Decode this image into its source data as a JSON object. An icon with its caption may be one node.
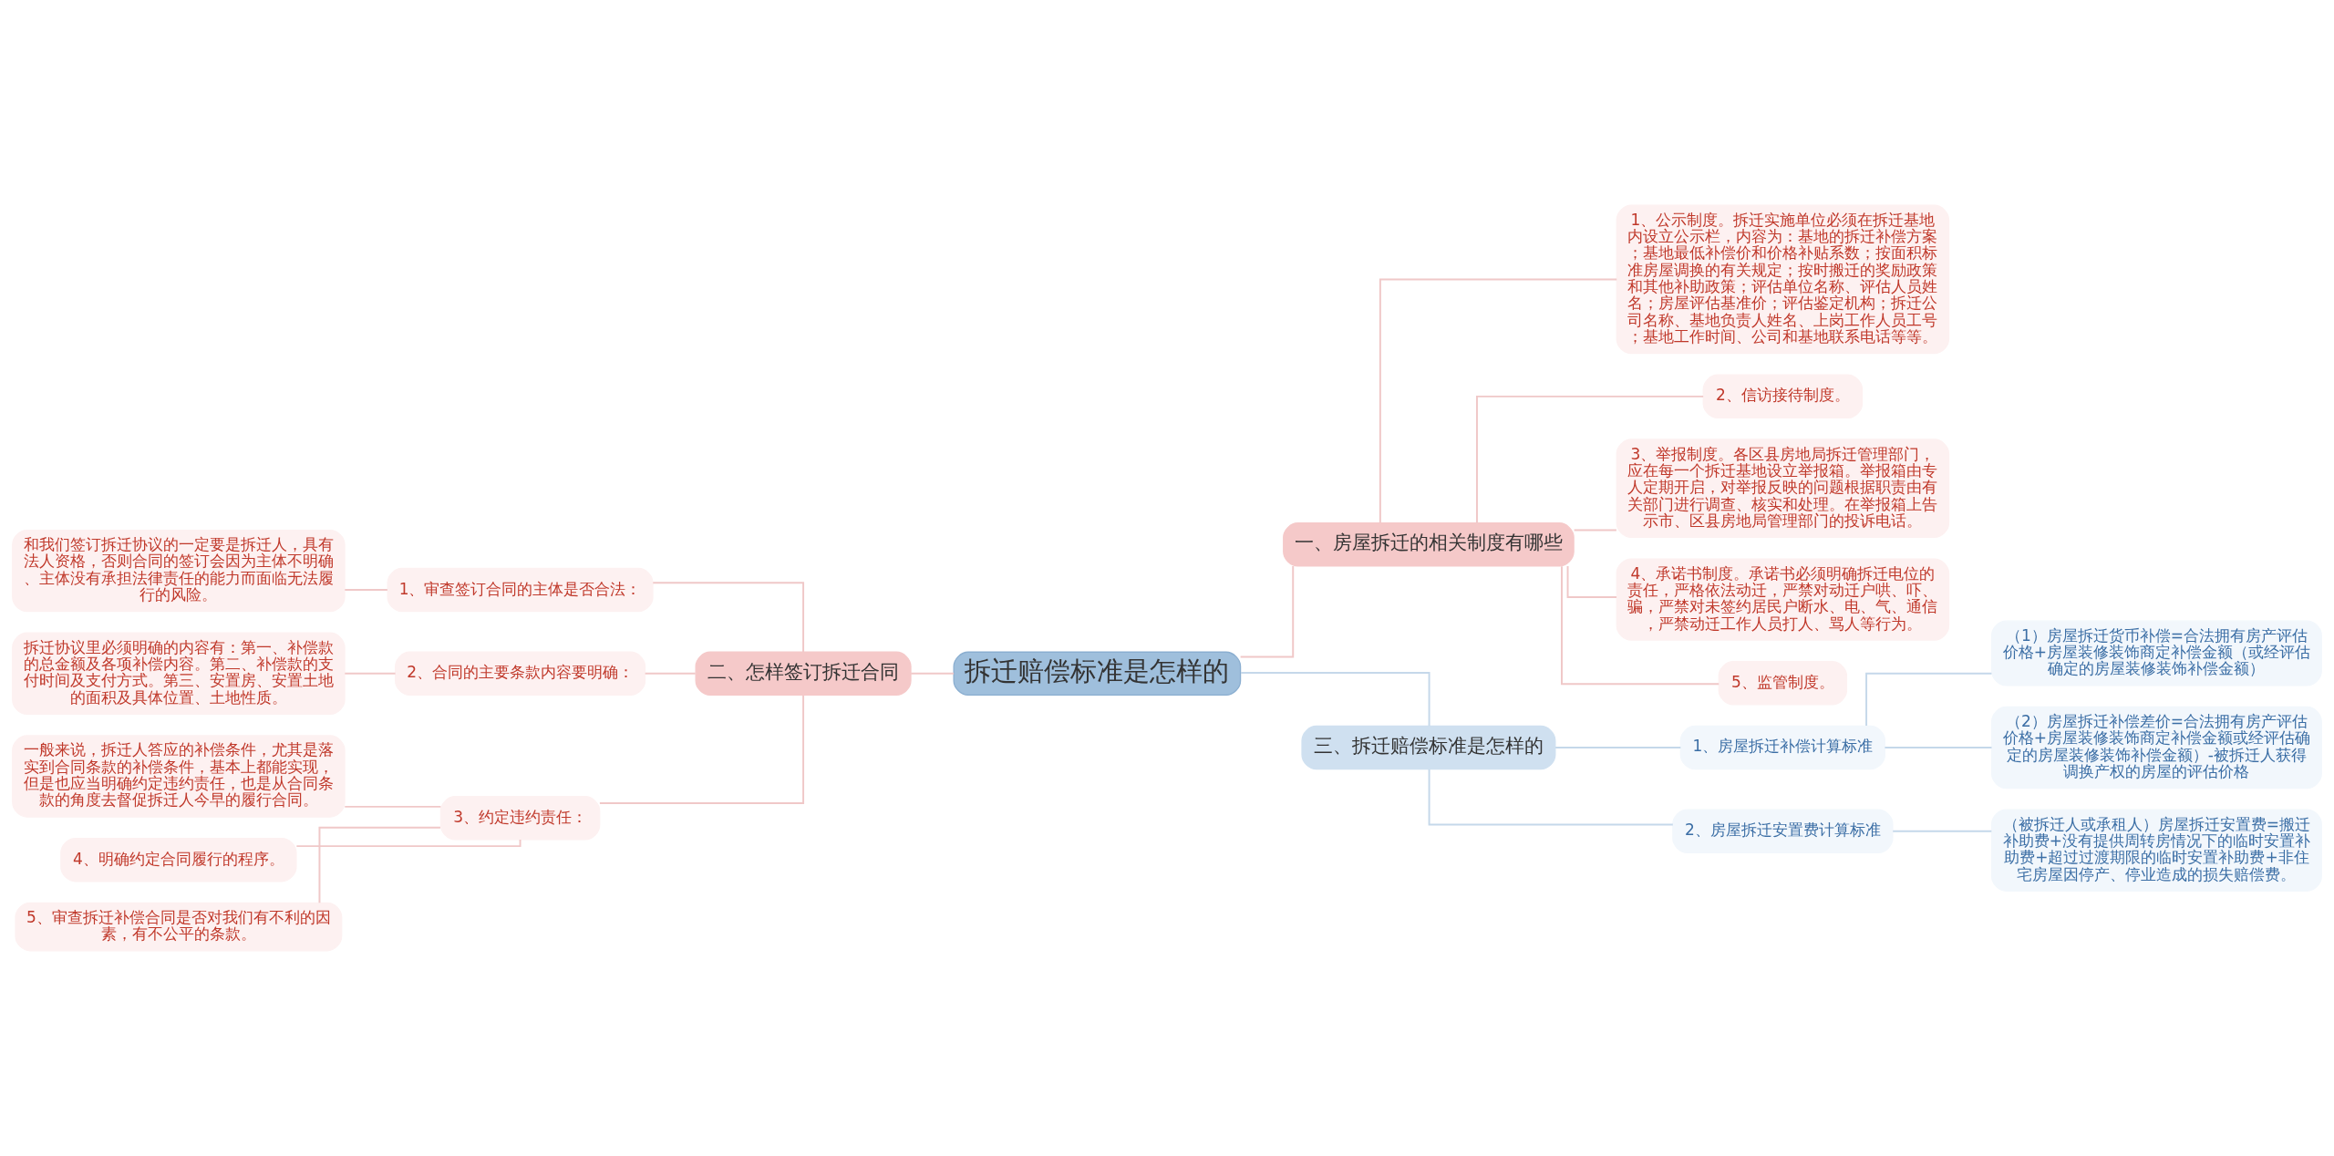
{
  "diagram": {
    "nodes": [
      {
        "text": [
          "拆迁赔偿标准是怎样的"
        ]
      },
      {
        "text": [
          "一、房屋拆迁的相关制度有哪些"
        ]
      },
      {
        "text": [
          "1、公示制度。拆迁实施单位必须在拆迁基地内设立公示栏，内容为：基地的拆迁补偿方案；基地最低补偿价和价格补贴系数；按面积标准房屋调换的有关规定；按时搬迁的奖励政策和其他补助政策；评估单位名称、评估人员姓名；房屋评估基准价；评估鉴定机构；拆迁公司名称、基地负责人姓名、上岗工作人员工号；基地工作时间、公司和基地联系电话等等。"
        ]
      },
      {
        "text": [
          "2、信访接待制度。"
        ]
      },
      {
        "text": [
          "3、举报制度。各区县房地局拆迁管理部门，应在每一个拆迁基地设立举报箱。举报箱由专人定期开启，对举报反映的问题根据职责由有关部门进行调查、核实和处理。在举报箱上告示市、区县房地局管理部门的投诉电话。"
        ]
      },
      {
        "text": [
          "4、承诺书制度。承诺书必须明确拆迁电位的责任，严格依法动迁，严禁对动迁户哄、吓、骗，严禁对未签约居民户断水、电、气、通信，严禁动迁工作人员打人、骂人等行为。"
        ]
      },
      {
        "text": [
          "5、监管制度。"
        ]
      },
      {
        "text": [
          "二、怎样签订拆迁合同"
        ]
      },
      {
        "text": [
          "1、审查签订合同的主体是否合法："
        ]
      },
      {
        "text": [
          "和我们签订拆迁协议的一定要是拆迁人，具有法人资格，否则合同的签订会因为主体不明确、主体没有承担法律责任的能力而面临无法履行的风险。"
        ]
      },
      {
        "text": [
          "2、合同的主要条款内容要明确："
        ]
      },
      {
        "text": [
          "拆迁协议里必须明确的内容有：第一、补偿款的总金额及各项补偿内容。第二、补偿款的支付时间及支付方式。第三、安置房、安置土地的面积及具体位置、土地性质。"
        ]
      },
      {
        "text": [
          "3、约定违约责任："
        ]
      },
      {
        "text": [
          "一般来说，拆迁人答应的补偿条件，尤其是落实到合同条款的补偿条件，基本上都能实现，但是也应当明确约定违约责任，也是从合同条款的角度去督促拆迁人今早的履行合同。"
        ]
      },
      {
        "text": [
          "4、明确约定合同履行的程序。"
        ]
      },
      {
        "text": [
          "5、审查拆迁补偿合同是否对我们有不利的因素，有不公平的条款。"
        ]
      },
      {
        "text": [
          "三、拆迁赔偿标准是怎样的"
        ]
      },
      {
        "text": [
          "1、房屋拆迁补偿计算标准"
        ]
      },
      {
        "text": [
          "（1）房屋拆迁货币补偿=合法拥有房产评估价格+房屋装修装饰商定补偿金额（或经评估确定的房屋装修装饰补偿金额）"
        ]
      },
      {
        "text": [
          "（2）房屋拆迁补偿差价=合法拥有房产评估价格+房屋装修装饰商定补偿金额或经评估确定的房屋装修装饰补偿金额）-被拆迁人获得调换产权的房屋的评估价格"
        ]
      },
      {
        "text": [
          "2、房屋拆迁安置费计算标准"
        ]
      },
      {
        "text": [
          "（被拆迁人或承租人）房屋拆迁安置费=搬迁补助费+没有提供周转房情况下的临时安置补助费+超过过渡期限的临时安置补助费+非住宅房屋因停产、停业造成的损失赔偿费。"
        ]
      }
    ],
    "edges": [
      {
        "from": 0,
        "to": 1,
        "arrow": "none"
      },
      {
        "from": 1,
        "to": 2,
        "arrow": "none"
      },
      {
        "from": 1,
        "to": 3,
        "arrow": "none"
      },
      {
        "from": 1,
        "to": 4,
        "arrow": "none"
      },
      {
        "from": 1,
        "to": 5,
        "arrow": "none"
      },
      {
        "from": 1,
        "to": 6,
        "arrow": "none"
      },
      {
        "from": 0,
        "to": 7,
        "arrow": "none"
      },
      {
        "from": 7,
        "to": 8,
        "arrow": "none"
      },
      {
        "from": 8,
        "to": 9,
        "arrow": "none"
      },
      {
        "from": 7,
        "to": 10,
        "arrow": "none"
      },
      {
        "from": 10,
        "to": 11,
        "arrow": "none"
      },
      {
        "from": 7,
        "to": 12,
        "arrow": "none"
      },
      {
        "from": 12,
        "to": 13,
        "arrow": "none"
      },
      {
        "from": 12,
        "to": 14,
        "arrow": "none"
      },
      {
        "from": 12,
        "to": 15,
        "arrow": "none"
      },
      {
        "from": 0,
        "to": 16,
        "arrow": "none",
        "color": "#c5d8ea"
      },
      {
        "from": 16,
        "to": 17,
        "arrow": "none",
        "color": "#c5d8ea"
      },
      {
        "from": 17,
        "to": 18,
        "arrow": "none",
        "color": "#c5d8ea"
      },
      {
        "from": 17,
        "to": 19,
        "arrow": "none",
        "color": "#c5d8ea"
      },
      {
        "from": 16,
        "to": 20,
        "arrow": "none",
        "color": "#c5d8ea"
      },
      {
        "from": 20,
        "to": 21,
        "arrow": "none",
        "color": "#c5d8ea"
      }
    ]
  }
}
